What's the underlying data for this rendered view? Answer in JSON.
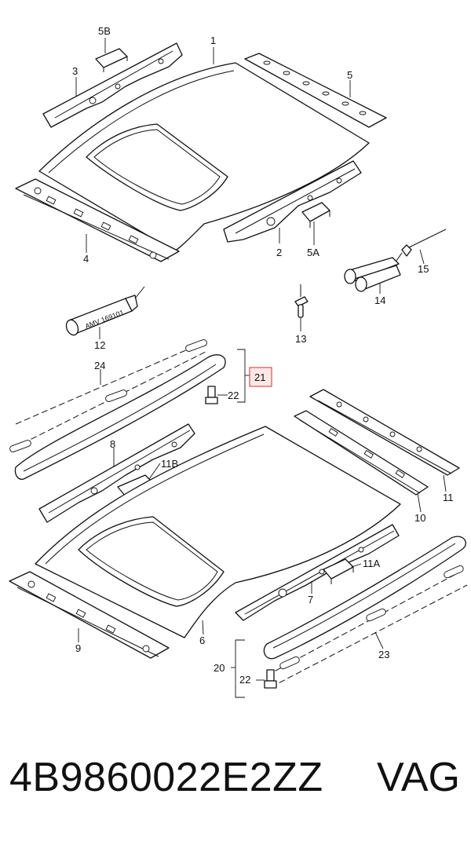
{
  "diagram": {
    "labels": {
      "l1": "1",
      "l2": "2",
      "l3": "3",
      "l4": "4",
      "l5": "5",
      "l5a": "5A",
      "l5b": "5B",
      "l6": "6",
      "l7": "7",
      "l8": "8",
      "l9": "9",
      "l10": "10",
      "l11": "11",
      "l11a": "11A",
      "l11b": "11B",
      "l12": "12",
      "l13": "13",
      "l14": "14",
      "l15": "15",
      "l20": "20",
      "l21": "21",
      "l22a": "22",
      "l22b": "22",
      "l23": "23",
      "l24": "24"
    },
    "tube_text": "AMV 169101",
    "highlight_color": "#e05a5a"
  },
  "footer": {
    "part_number": "4B9860022E2ZZ",
    "brand": "VAG"
  }
}
